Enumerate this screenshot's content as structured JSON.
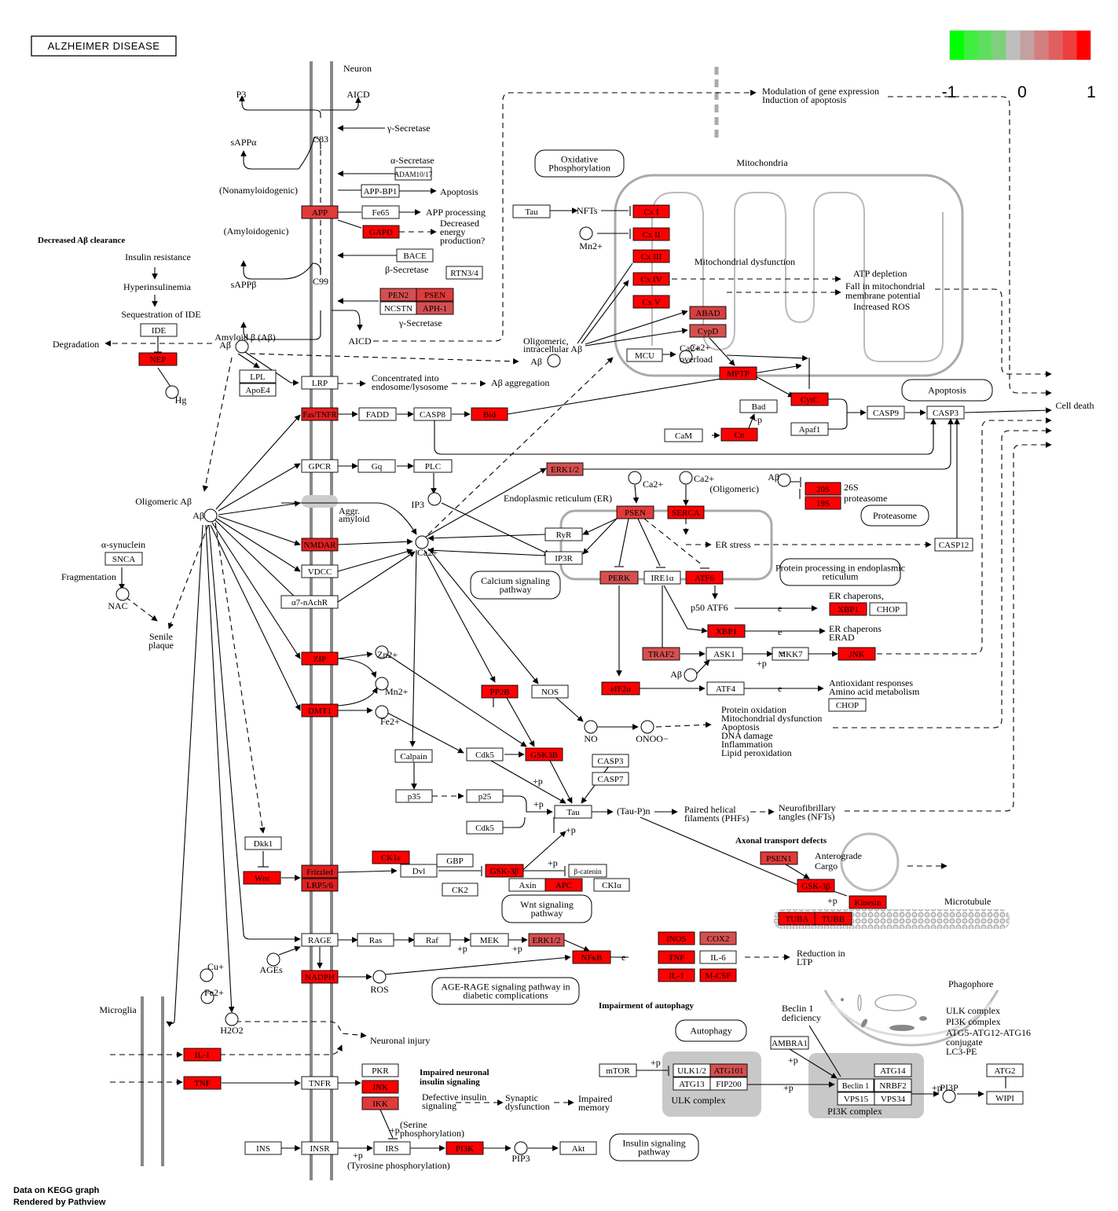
{
  "title": "ALZHEIMER DISEASE",
  "footer": {
    "line1": "Data on KEGG graph",
    "line2": "Rendered by Pathview"
  },
  "colors": {
    "up": "#ff0000",
    "mid": "#bebebe",
    "down": "#00ff00",
    "box_bg": "#ffffff",
    "membrane": "#888888",
    "mito": "#aaaaaa"
  },
  "legend": {
    "min": "-1",
    "mid": "0",
    "max": "1",
    "swatches": [
      "#00ff00",
      "#3fee3f",
      "#5fdd5f",
      "#7fcf7f",
      "#bebebe",
      "#c4a0a0",
      "#d47f7f",
      "#e05f5f",
      "#ee3f3f",
      "#ff0000"
    ]
  },
  "genes": [
    {
      "label": "ADAM10/17",
      "fill": "#ffffff"
    },
    {
      "label": "APP-BP1",
      "fill": "#ffffff"
    },
    {
      "label": "APP",
      "fill": "#e03a3a"
    },
    {
      "label": "Fe65",
      "fill": "#ffffff"
    },
    {
      "label": "GAPD",
      "fill": "#ff0000"
    },
    {
      "label": "BACE",
      "fill": "#ffffff"
    },
    {
      "label": "RTN3/4",
      "fill": "#ffffff"
    },
    {
      "label": "PEN2",
      "fill": "#d45050"
    },
    {
      "label": "PSEN",
      "fill": "#e03a3a"
    },
    {
      "label": "NCSTN",
      "fill": "#ffffff"
    },
    {
      "label": "APH-1",
      "fill": "#d45050"
    },
    {
      "label": "IDE",
      "fill": "#ffffff"
    },
    {
      "label": "NEP",
      "fill": "#ff0000"
    },
    {
      "label": "LPL",
      "fill": "#ffffff"
    },
    {
      "label": "ApoE4",
      "fill": "#ffffff"
    },
    {
      "label": "LRP",
      "fill": "#ffffff"
    },
    {
      "label": "Fas/TNFR",
      "fill": "#e02020"
    },
    {
      "label": "FADD",
      "fill": "#ffffff"
    },
    {
      "label": "CASP8",
      "fill": "#ffffff"
    },
    {
      "label": "Bid",
      "fill": "#ff0000"
    },
    {
      "label": "GPCR",
      "fill": "#ffffff"
    },
    {
      "label": "Gq",
      "fill": "#ffffff"
    },
    {
      "label": "PLC",
      "fill": "#ffffff"
    },
    {
      "label": "NMDAR",
      "fill": "#e02020"
    },
    {
      "label": "VDCC",
      "fill": "#ffffff"
    },
    {
      "label": "α7-nAchR",
      "fill": "#ffffff"
    },
    {
      "label": "ZIP",
      "fill": "#ff0000"
    },
    {
      "label": "DMT1",
      "fill": "#ff0000"
    },
    {
      "label": "SNCA",
      "fill": "#ffffff"
    },
    {
      "label": "Tau",
      "fill": "#ffffff"
    },
    {
      "label": "Cx I",
      "fill": "#ff0000"
    },
    {
      "label": "Cx II",
      "fill": "#ff0000"
    },
    {
      "label": "Cx III",
      "fill": "#ff0000"
    },
    {
      "label": "Cx IV",
      "fill": "#ff0000"
    },
    {
      "label": "Cx V",
      "fill": "#ff0000"
    },
    {
      "label": "ABAD",
      "fill": "#d44040"
    },
    {
      "label": "CypD",
      "fill": "#d45050"
    },
    {
      "label": "MCU",
      "fill": "#ffffff"
    },
    {
      "label": "MPTP",
      "fill": "#ff0000"
    },
    {
      "label": "CytC",
      "fill": "#ff0000"
    },
    {
      "label": "Bad",
      "fill": "#ffffff"
    },
    {
      "label": "Apaf1",
      "fill": "#ffffff"
    },
    {
      "label": "CASP9",
      "fill": "#ffffff"
    },
    {
      "label": "CASP3",
      "fill": "#ffffff"
    },
    {
      "label": "CaM",
      "fill": "#ffffff"
    },
    {
      "label": "Cn",
      "fill": "#ff0000"
    },
    {
      "label": "ERK1/2",
      "fill": "#d45050"
    },
    {
      "label": "PSEN",
      "fill": "#e03a3a"
    },
    {
      "label": "SERCA",
      "fill": "#ff0000"
    },
    {
      "label": "20S",
      "fill": "#ff0000"
    },
    {
      "label": "19S",
      "fill": "#ff0000"
    },
    {
      "label": "RyR",
      "fill": "#ffffff"
    },
    {
      "label": "IP3R",
      "fill": "#ffffff"
    },
    {
      "label": "CASP12",
      "fill": "#ffffff"
    },
    {
      "label": "PERK",
      "fill": "#d45050"
    },
    {
      "label": "IRE1α",
      "fill": "#ffffff"
    },
    {
      "label": "ATF6",
      "fill": "#ff0000"
    },
    {
      "label": "XBP1",
      "fill": "#ff0000"
    },
    {
      "label": "CHOP",
      "fill": "#ffffff"
    },
    {
      "label": "XBP1",
      "fill": "#ff0000"
    },
    {
      "label": "TRAF2",
      "fill": "#d45050"
    },
    {
      "label": "ASK1",
      "fill": "#ffffff"
    },
    {
      "label": "MKK7",
      "fill": "#ffffff"
    },
    {
      "label": "JNK",
      "fill": "#ff0000"
    },
    {
      "label": "eIF2α",
      "fill": "#ff0000"
    },
    {
      "label": "ATF4",
      "fill": "#ffffff"
    },
    {
      "label": "CHOP",
      "fill": "#ffffff"
    },
    {
      "label": "PP2B",
      "fill": "#ff0000"
    },
    {
      "label": "NOS",
      "fill": "#ffffff"
    },
    {
      "label": "Calpain",
      "fill": "#ffffff"
    },
    {
      "label": "Cdk5",
      "fill": "#ffffff"
    },
    {
      "label": "GSK3B",
      "fill": "#ff0000"
    },
    {
      "label": "CASP3",
      "fill": "#ffffff"
    },
    {
      "label": "CASP7",
      "fill": "#ffffff"
    },
    {
      "label": "p35",
      "fill": "#ffffff"
    },
    {
      "label": "p25",
      "fill": "#ffffff"
    },
    {
      "label": "Tau",
      "fill": "#ffffff"
    },
    {
      "label": "Cdk5",
      "fill": "#ffffff"
    },
    {
      "label": "Dkk1",
      "fill": "#ffffff"
    },
    {
      "label": "Wnt",
      "fill": "#ff0000"
    },
    {
      "label": "Frizzled",
      "fill": "#e02020"
    },
    {
      "label": "LRP5/6",
      "fill": "#e02020"
    },
    {
      "label": "CK1ε",
      "fill": "#ff0000"
    },
    {
      "label": "GBP",
      "fill": "#ffffff"
    },
    {
      "label": "Dvl",
      "fill": "#ffffff"
    },
    {
      "label": "CK2",
      "fill": "#ffffff"
    },
    {
      "label": "GSK-3β",
      "fill": "#ff0000"
    },
    {
      "label": "β-catenin",
      "fill": "#ffffff"
    },
    {
      "label": "Axin",
      "fill": "#ffffff"
    },
    {
      "label": "APC",
      "fill": "#ff0000"
    },
    {
      "label": "CKIα",
      "fill": "#ffffff"
    },
    {
      "label": "PSEN1",
      "fill": "#e03a3a"
    },
    {
      "label": "GSK-3β",
      "fill": "#ff0000"
    },
    {
      "label": "Kinesin",
      "fill": "#ff0000"
    },
    {
      "label": "TUBA",
      "fill": "#ff0000"
    },
    {
      "label": "TUBB",
      "fill": "#ff0000"
    },
    {
      "label": "RAGE",
      "fill": "#ffffff"
    },
    {
      "label": "Ras",
      "fill": "#ffffff"
    },
    {
      "label": "Raf",
      "fill": "#ffffff"
    },
    {
      "label": "MEK",
      "fill": "#ffffff"
    },
    {
      "label": "ERK1/2",
      "fill": "#d45050"
    },
    {
      "label": "NFκB",
      "fill": "#ff0000"
    },
    {
      "label": "iNOS",
      "fill": "#ff0000"
    },
    {
      "label": "COX2",
      "fill": "#d45050"
    },
    {
      "label": "TNF",
      "fill": "#ff0000"
    },
    {
      "label": "IL-6",
      "fill": "#ffffff"
    },
    {
      "label": "IL-1",
      "fill": "#ff0000"
    },
    {
      "label": "M-CSF",
      "fill": "#ff0000"
    },
    {
      "label": "NADPH",
      "fill": "#ff0000"
    },
    {
      "label": "IL-1",
      "fill": "#ff0000"
    },
    {
      "label": "TNF",
      "fill": "#ff0000"
    },
    {
      "label": "TNFR",
      "fill": "#ffffff"
    },
    {
      "label": "PKR",
      "fill": "#ffffff"
    },
    {
      "label": "JNK",
      "fill": "#ff0000"
    },
    {
      "label": "IKK",
      "fill": "#e03a3a"
    },
    {
      "label": "INS",
      "fill": "#ffffff"
    },
    {
      "label": "INSR",
      "fill": "#ffffff"
    },
    {
      "label": "IRS",
      "fill": "#ffffff"
    },
    {
      "label": "PI3K",
      "fill": "#ff0000"
    },
    {
      "label": "Akt",
      "fill": "#ffffff"
    },
    {
      "label": "mTOR",
      "fill": "#ffffff"
    },
    {
      "label": "ULK1/2",
      "fill": "#ffffff"
    },
    {
      "label": "ATG101",
      "fill": "#d45050"
    },
    {
      "label": "ATG13",
      "fill": "#ffffff"
    },
    {
      "label": "FIP200",
      "fill": "#ffffff"
    },
    {
      "label": "AMBRA1",
      "fill": "#ffffff"
    },
    {
      "label": "Beclin 1",
      "fill": "#ffffff"
    },
    {
      "label": "ATG14",
      "fill": "#ffffff"
    },
    {
      "label": "NRBF2",
      "fill": "#ffffff"
    },
    {
      "label": "VPS15",
      "fill": "#ffffff"
    },
    {
      "label": "VPS34",
      "fill": "#ffffff"
    },
    {
      "label": "ATG2",
      "fill": "#ffffff"
    },
    {
      "label": "WIPI",
      "fill": "#ffffff"
    }
  ],
  "compounds": [
    {
      "label": "Aβ"
    },
    {
      "label": "Hg"
    },
    {
      "label": "Mn2+"
    },
    {
      "label": "Aβ"
    },
    {
      "label": "Ca2+"
    },
    {
      "label": "IP3"
    },
    {
      "label": "Ca2+"
    },
    {
      "label": "Ca2+"
    },
    {
      "label": "Aβ"
    },
    {
      "label": "Ca2+"
    },
    {
      "label": "Zn2+"
    },
    {
      "label": "Mn2+"
    },
    {
      "label": "Fe2+"
    },
    {
      "label": "NO"
    },
    {
      "label": "ONOO−"
    },
    {
      "label": "Aβ"
    },
    {
      "label": "NAC"
    },
    {
      "label": "AGEs"
    },
    {
      "label": "ROS"
    },
    {
      "label": "Cu+"
    },
    {
      "label": "Fe2+"
    },
    {
      "label": "H2O2"
    },
    {
      "label": "PIP3"
    },
    {
      "label": "PI3P"
    },
    {
      "label": "Aβ"
    },
    {
      "label": "Aβ"
    }
  ],
  "pathway_links": [
    "Oxidative Phosphorylation",
    "Apoptosis",
    "Proteasome",
    "Protein processing in endoplasmic reticulum",
    "Calcium signaling pathway",
    "Wnt signaling pathway",
    "AGE-RAGE signaling pathway in diabetic complications",
    "Autophagy",
    "Insulin signaling pathway"
  ],
  "labels": [
    "Neuron",
    "P3",
    "AICD",
    "γ-Secretase",
    "sAPPα",
    "C83",
    "α-Secretase",
    "(Nonamyloidogenic)",
    "Apoptosis",
    "APP processing",
    "Decreased",
    "energy",
    "production?",
    "(Amyloidogenic)",
    "β-Secretase",
    "sAPPβ",
    "C99",
    "γ-Secretase",
    "AICD",
    "Amyloid β (Aβ)",
    "Decreased Aβ clearance",
    "Insulin resistance",
    "Hyperinsulinemia",
    "Sequestration of IDE",
    "Degradation",
    "Concentrated into",
    "endosome/lysosome",
    "Aβ aggregation",
    "Aggr.",
    "amyloid",
    "Oligomeric Aβ",
    "α-synuclein",
    "Fragmentation",
    "Senile",
    "plaque",
    "Microglia",
    "Mitochondria",
    "Modulation of gene expression",
    "Induction of apoptosis",
    "NFTs",
    "Mitochondrial dysfunction",
    "ATP depletion",
    "Fall in mitochondrial",
    "membrane potential",
    "Increased ROS",
    "Oligomeric,",
    "intracellular Aβ",
    "Ca2+",
    "overload",
    "Cell death",
    "Endoplasmic reticulum (ER)",
    "ER stress",
    "(Oligomeric)",
    "26S",
    "proteasome",
    "p50 ATF6",
    "ER chaperons,",
    "ER chaperons",
    "ERAD",
    "Antioxidant responses",
    "Amino acid metabolism",
    "Protein oxidation",
    "Mitochondrial dysfunction",
    "Apoptosis",
    "DNA damage",
    "Inflammation",
    "Lipid peroxidation",
    "(Tau-P)n",
    "Paired helical",
    "filaments (PHFs)",
    "Neurofibrillary",
    "tangles (NFTs)",
    "Axonal transport defects",
    "Anterograde",
    "Cargo",
    "Microtubule",
    "Reduction in",
    "LTP",
    "Neuronal injury",
    "Impairment of autophagy",
    "Phagophore",
    "ULK complex",
    "PI3K complex",
    "ATG5-ATG12-ATG16",
    "conjugate",
    "LC3-PE",
    "Beclin 1",
    "deficiency",
    "ULK complex",
    "PI3K complex",
    "Impaired neuronal",
    "insulin signaling",
    "Defective insulin",
    "signaling",
    "Synaptic",
    "dysfunction",
    "Impaired",
    "memory",
    "(Serine",
    "phosphorylation)",
    "(Tyrosine phosphorylation)"
  ]
}
